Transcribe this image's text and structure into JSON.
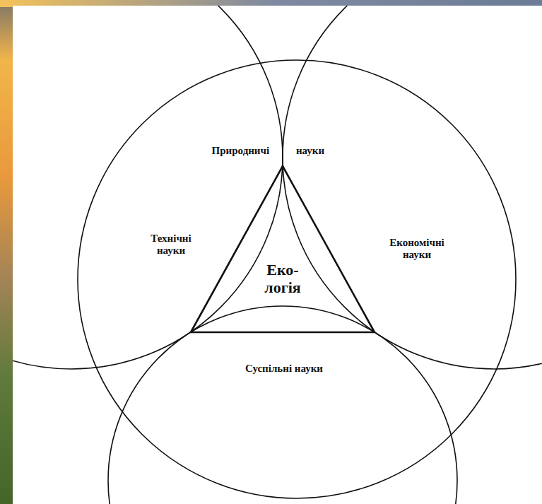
{
  "diagram": {
    "nodes": [
      {
        "text": [
          "Природничі науки"
        ]
      },
      {
        "text": [
          "Технічні науки"
        ]
      },
      {
        "text": [
          "Економічні науки"
        ]
      },
      {
        "text": [
          "Еко- логія"
        ],
        "in": 0
      },
      {
        "text": [
          "Суспільні науки"
        ]
      }
    ]
  }
}
